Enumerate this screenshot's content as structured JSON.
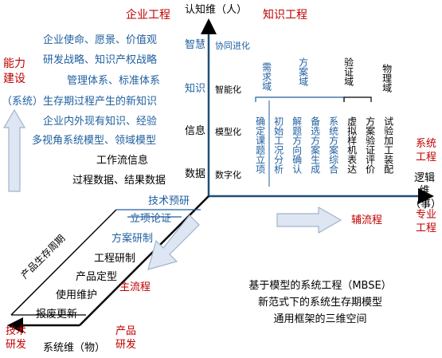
{
  "colors": {
    "red": "#c00000",
    "blue": "#1f5f9f",
    "axis_blue": "#1f4e79",
    "arrow_fill": "#dde6f2",
    "arrow_stroke": "#9fb3cc"
  },
  "axes": {
    "cognition": "认知维（人）",
    "logic": "逻辑维（事）",
    "system": "系统维（物）"
  },
  "corner_labels": {
    "enterprise_engineering": "企业工程",
    "knowledge_engineering": "知识工程",
    "capability_building": "能力建设",
    "systems_engineering": "系统工程",
    "professional_engineering": "专业工程",
    "technology_rd": "技术研发",
    "product_rd": "产品研发",
    "main_process": "主流程",
    "aux_process": "辅流程"
  },
  "cognition_levels": [
    {
      "level": "智慧",
      "sub": "协同进化"
    },
    {
      "level": "知识",
      "sub": "智能化"
    },
    {
      "level": "信息",
      "sub": "模型化"
    },
    {
      "level": "数据",
      "sub": "数字化"
    }
  ],
  "knowledge_list": [
    "企业使命、愿景、价值观",
    "研发战略、知识产权战略",
    "管理体系、标准体系",
    "（系统）生存期过程产生的新知识",
    "企业内外现有知识、经验",
    "多视角系统模型、领域模型",
    "工作流信息",
    "过程数据、结果数据"
  ],
  "domains": {
    "requirement": "需求域",
    "solution": "方案域",
    "verification": "验证域",
    "physical": "物理域"
  },
  "logic_steps": [
    "确定课题立项",
    "初始工况分析",
    "解题方向确认",
    "备选方案生成",
    "系统方案综合",
    "虚拟样机表达",
    "方案验证评价",
    "试验加工装配"
  ],
  "lifecycle": {
    "label": "产品生存周期",
    "stages": [
      "技术预研",
      "立项论证",
      "方案研制",
      "工程研制",
      "产品定型",
      "使用维护",
      "报废更新"
    ]
  },
  "caption": [
    "基于模型的系统工程（MBSE）",
    "新范式下的系统生存期模型",
    "通用框架的三维空间"
  ]
}
